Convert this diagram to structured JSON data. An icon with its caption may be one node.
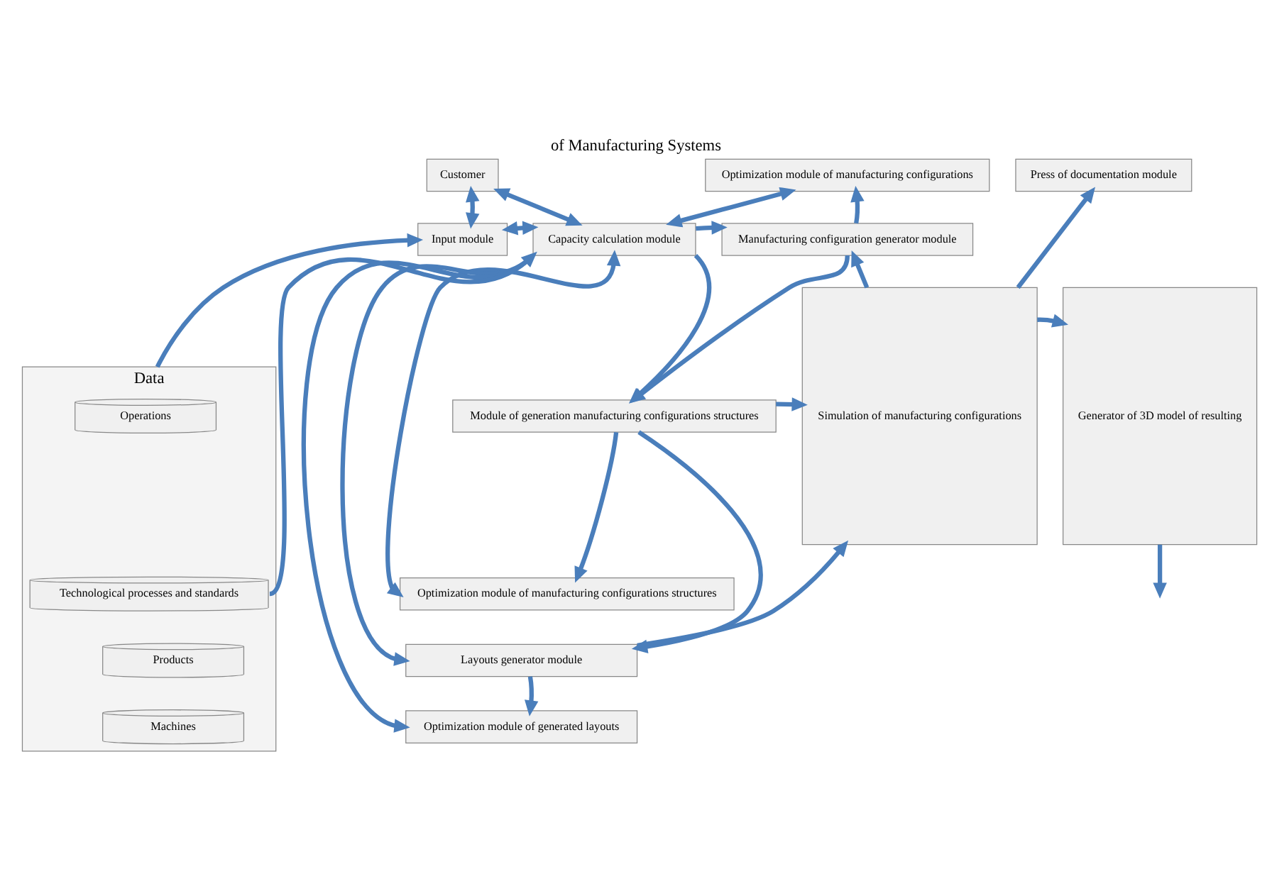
{
  "diagram": {
    "title": "of Manufacturing Systems",
    "nodes": [
      {
        "text": [
          "Customer"
        ]
      },
      {
        "text": [
          "Optimization module of manufacturing configurations"
        ]
      },
      {
        "text": [
          "Press of documentation module"
        ]
      },
      {
        "text": [
          "Input module"
        ]
      },
      {
        "text": [
          "Capacity calculation module"
        ]
      },
      {
        "text": [
          "Manufacturing configuration generator module"
        ]
      },
      {
        "text": [
          "Data"
        ]
      },
      {
        "text": [
          "Operations"
        ],
        "in": 6
      },
      {
        "text": [
          "Technological processes and standards"
        ],
        "in": 6
      },
      {
        "text": [
          "Products"
        ],
        "in": 6
      },
      {
        "text": [
          "Machines"
        ],
        "in": 6
      },
      {
        "text": [
          "Module of generation manufacturing configurations structures"
        ]
      },
      {
        "text": [
          "Optimization module of manufacturing configurations structures"
        ]
      },
      {
        "text": [
          "Layouts generator module"
        ]
      },
      {
        "text": [
          "Optimization module of generated layouts"
        ]
      },
      {
        "text": [
          "Simulation of manufacturing configurations"
        ]
      },
      {
        "text": [
          "Generator of 3D model of resulting"
        ]
      }
    ],
    "edges": [
      {
        "from": 0,
        "to": 3,
        "arrow": "both"
      },
      {
        "from": 0,
        "to": 4,
        "arrow": "both"
      },
      {
        "from": 1,
        "to": 4,
        "arrow": "both"
      },
      {
        "from": 5,
        "to": 1,
        "arrow": "to"
      },
      {
        "from": 3,
        "to": 4,
        "arrow": "both"
      },
      {
        "from": 4,
        "to": 5,
        "arrow": "to"
      },
      {
        "from": 6,
        "to": 3,
        "arrow": "to"
      },
      {
        "from": 8,
        "to": 4,
        "arrow": "to"
      },
      {
        "from": 4,
        "to": 11,
        "arrow": "to"
      },
      {
        "from": 5,
        "to": 11,
        "arrow": "to"
      },
      {
        "from": 4,
        "to": 12,
        "arrow": "both"
      },
      {
        "from": 4,
        "to": 13,
        "arrow": "to"
      },
      {
        "from": 4,
        "to": 14,
        "arrow": "to"
      },
      {
        "from": 11,
        "to": 12,
        "arrow": "to"
      },
      {
        "from": 11,
        "to": 15,
        "arrow": "to"
      },
      {
        "from": 11,
        "to": 13,
        "arrow": "to"
      },
      {
        "from": 13,
        "to": 15,
        "arrow": "to"
      },
      {
        "from": 13,
        "to": 14,
        "arrow": "to"
      },
      {
        "from": 15,
        "to": 5,
        "arrow": "to"
      },
      {
        "from": 15,
        "to": 2,
        "arrow": "to"
      },
      {
        "from": 15,
        "to": 16,
        "arrow": "to"
      },
      {
        "from": 16,
        "to": null,
        "arrow": "to"
      }
    ]
  }
}
